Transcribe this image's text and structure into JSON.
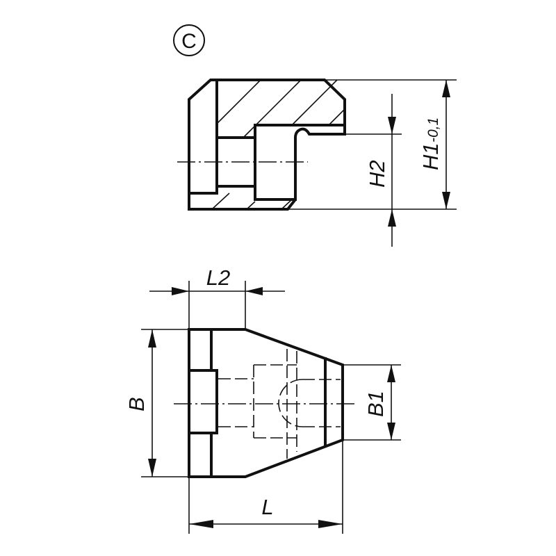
{
  "variant_mark": "C",
  "top_view": {
    "dimensions": {
      "h1": "H1",
      "h1_tolerance": "-0,1",
      "h2": "H2"
    }
  },
  "plan_view": {
    "dimensions": {
      "l2": "L2",
      "b": "B",
      "b1": "B1",
      "l": "L"
    }
  }
}
